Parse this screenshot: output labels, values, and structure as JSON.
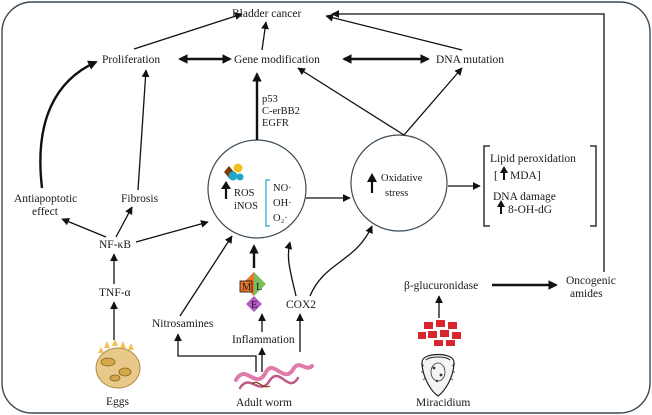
{
  "nodes": {
    "bladder_cancer": "Bladder cancer",
    "proliferation": "Proliferation",
    "gene_modification": "Gene modification",
    "dna_mutation": "DNA mutation",
    "antiapoptotic_line1": "Antiapoptotic",
    "antiapoptotic_line2": "effect",
    "fibrosis": "Fibrosis",
    "nfkb": "NF-κB",
    "tnfa": "TNF-α",
    "eggs": "Eggs",
    "nitrosamines": "Nitrosamines",
    "inflammation": "Inflammation",
    "cox2": "COX2",
    "adult_worm": "Adult worm",
    "beta_glucuronidase": "β-glucuronidase",
    "oncogenic_line1": "Oncogenic",
    "oncogenic_line2": "amides",
    "miracidium": "Miracidium"
  },
  "genes": [
    "p53",
    "C-erBB2",
    "EGFR"
  ],
  "ros_circle": {
    "ros": "ROS",
    "inos": "iNOS",
    "radicals": [
      "NO·",
      "OH·",
      "O₂·"
    ]
  },
  "oxidative": {
    "line1": "Oxidative",
    "line2": "stress"
  },
  "effects": {
    "lipid": "Lipid peroxidation",
    "mda": "MDA]",
    "mda_open": "[",
    "dna_damage": "DNA damage",
    "ohdg": "8-OH-dG"
  },
  "triangle_letters": [
    "M",
    "L",
    "E"
  ],
  "colors": {
    "frame": "#3a4a55",
    "arrow": "#111111",
    "ros_teal": "#1fa6c8",
    "ros_yellow": "#f0c020",
    "ros_brown": "#7a3a10",
    "triangle_orange": "#e8752a",
    "triangle_green": "#7bbf5a",
    "triangle_purple": "#b35bc4",
    "egg_yellow": "#f2c14e",
    "egg_body": "#e8c98a",
    "worm_pink": "#e07aa8",
    "red_blocks": "#d8262f"
  }
}
